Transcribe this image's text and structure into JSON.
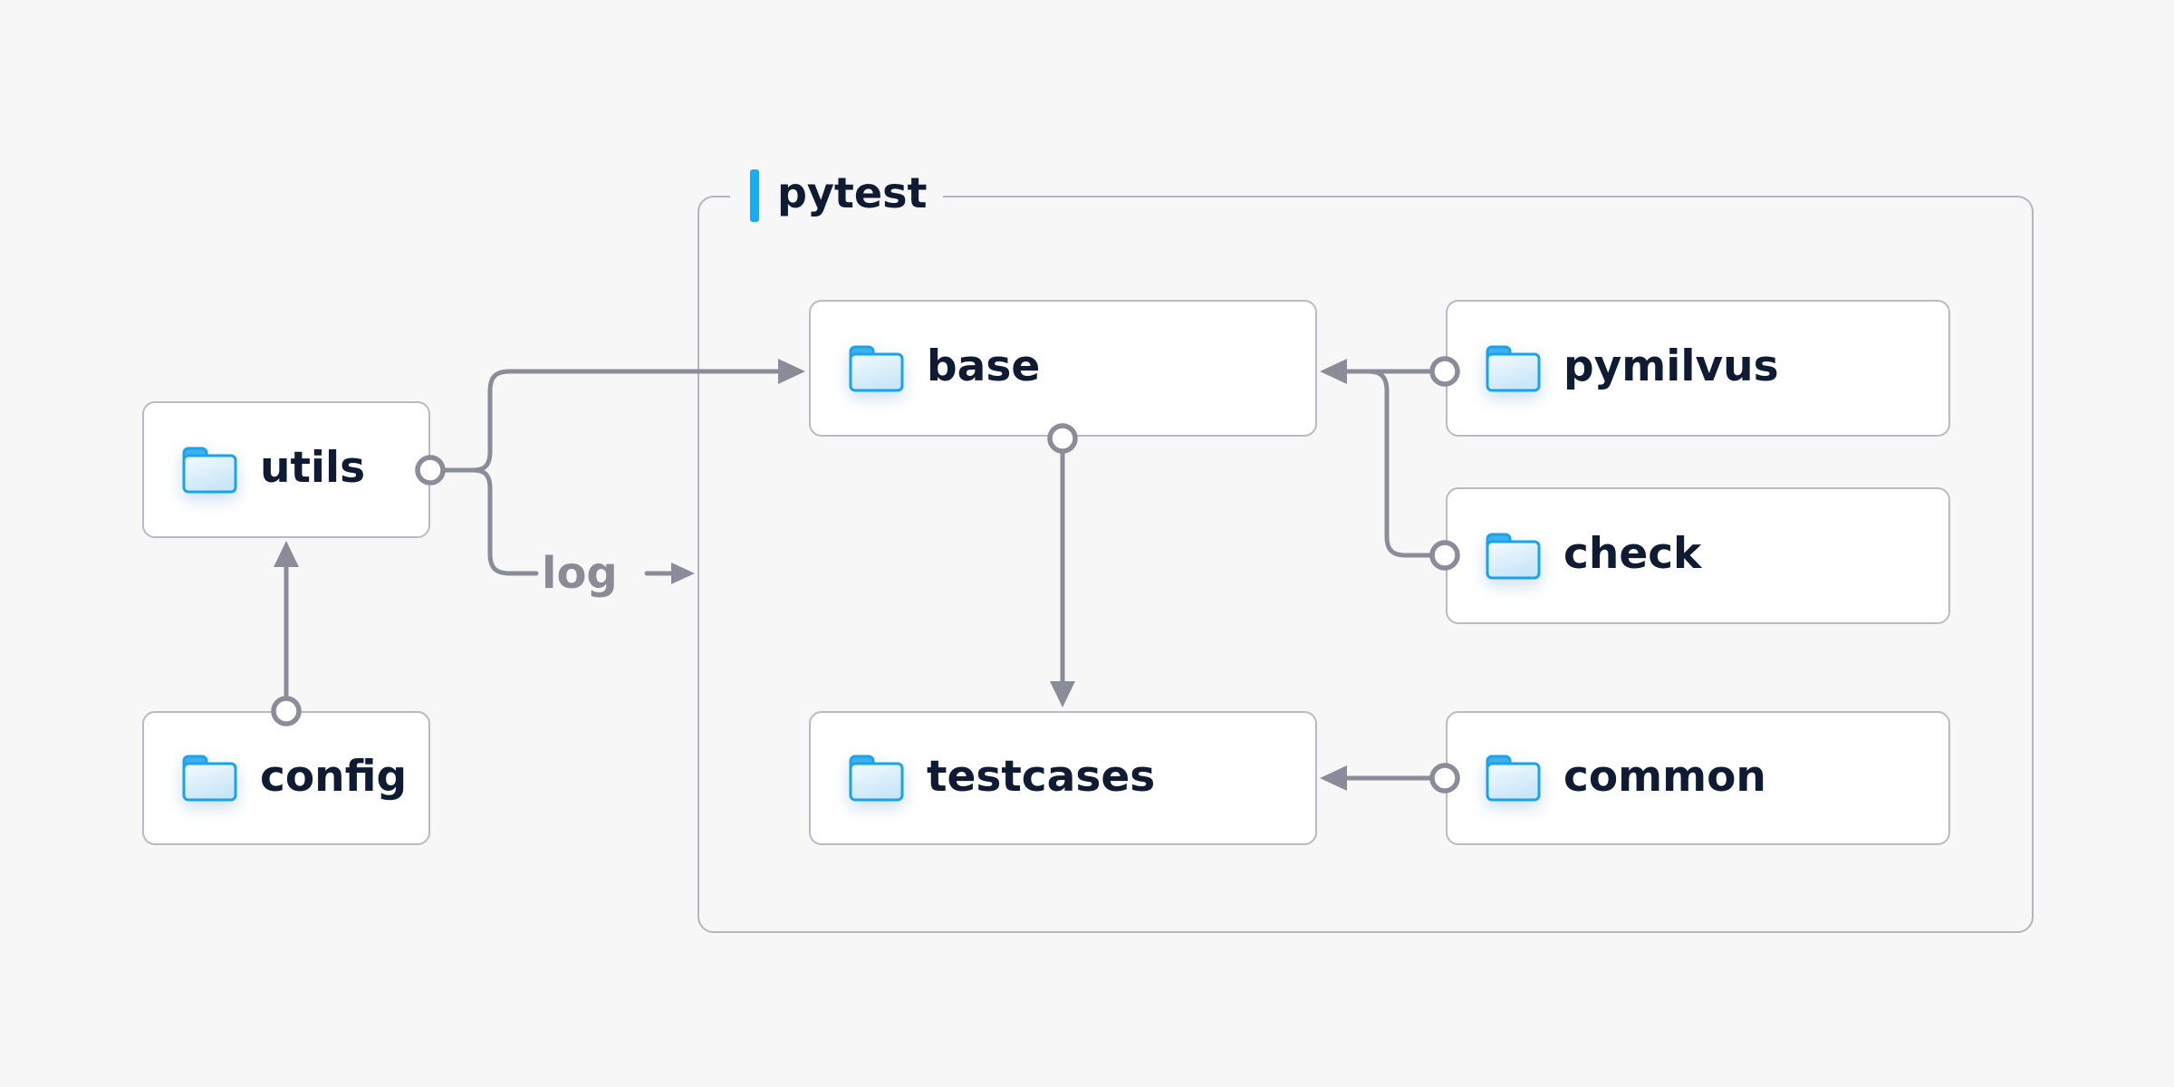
{
  "diagram": {
    "container": {
      "label": "pytest"
    },
    "nodes": [
      {
        "id": "utils",
        "label": "utils"
      },
      {
        "id": "config",
        "label": "config"
      },
      {
        "id": "base",
        "label": "base"
      },
      {
        "id": "pymilvus",
        "label": "pymilvus"
      },
      {
        "id": "check",
        "label": "check"
      },
      {
        "id": "testcases",
        "label": "testcases"
      },
      {
        "id": "common",
        "label": "common"
      }
    ],
    "edges": [
      {
        "from": "config",
        "to": "utils",
        "label": ""
      },
      {
        "from": "utils",
        "to": "base",
        "label": ""
      },
      {
        "from": "utils",
        "to": "log-output",
        "label": "log"
      },
      {
        "from": "pymilvus",
        "to": "base",
        "label": ""
      },
      {
        "from": "check",
        "to": "base",
        "label": ""
      },
      {
        "from": "base",
        "to": "testcases",
        "label": ""
      },
      {
        "from": "common",
        "to": "testcases",
        "label": ""
      }
    ],
    "colors": {
      "background": "#f7f7f8",
      "accent_blue": "#1aacf0",
      "folder_blue": "#18a3ec",
      "text_navy": "#0f1b33",
      "connector_gray": "#8a8c99",
      "border_gray": "#b9bac3"
    }
  }
}
